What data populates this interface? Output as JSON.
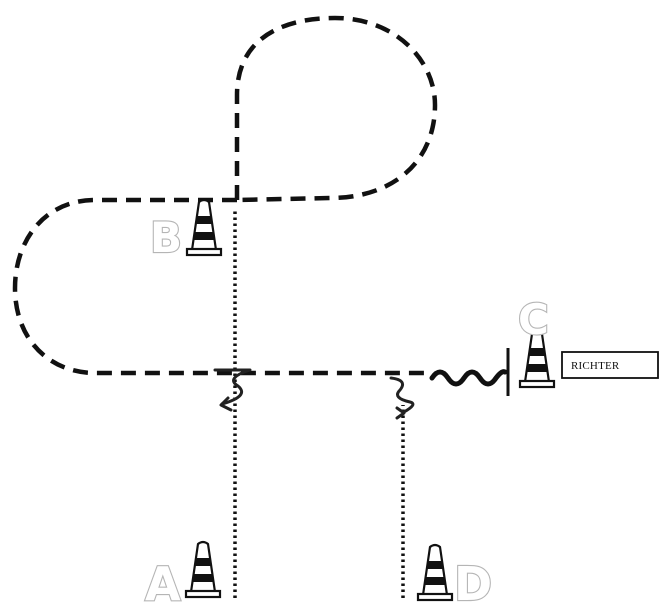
{
  "diagram": {
    "markers": [
      {
        "id": "A",
        "label": "A"
      },
      {
        "id": "B",
        "label": "B"
      },
      {
        "id": "C",
        "label": "C"
      },
      {
        "id": "D",
        "label": "D"
      }
    ],
    "sign_text": "RICHTER",
    "icons": [
      "traffic-cone-icon",
      "u-turn-arrow-icon",
      "wavy-line-icon"
    ]
  }
}
